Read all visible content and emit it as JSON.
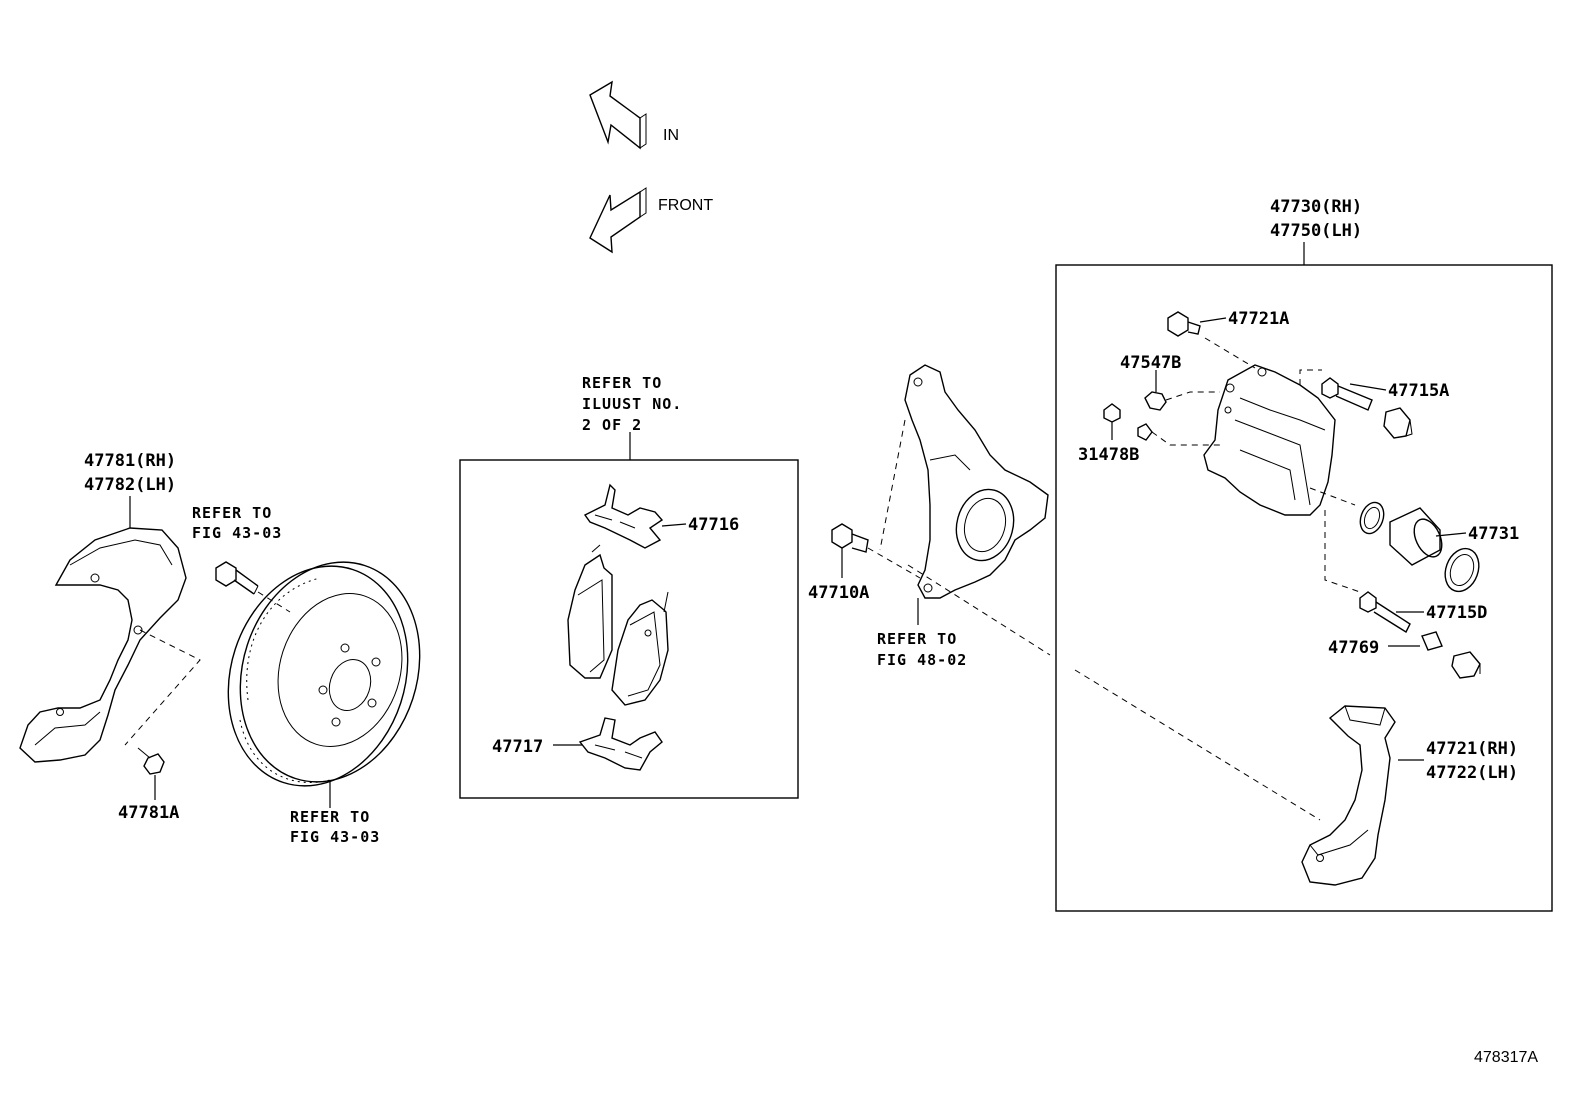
{
  "directions": {
    "in": "IN",
    "front": "FRONT"
  },
  "caliper_assembly": {
    "rh": "47730(RH)",
    "lh": "47750(LH)"
  },
  "pad_box_note": {
    "line1": "REFER TO",
    "line2": "ILUUST NO.",
    "line3": "2 OF 2"
  },
  "parts": {
    "shield_rh": "47781(RH)",
    "shield_lh": "47782(LH)",
    "shield_bolt": "47781A",
    "pad_shim_upper": "47716",
    "pad_clip_lower": "47717",
    "knuckle_bolt": "47710A",
    "caliper_bolt_upper": "47721A",
    "bleeder_plug": "47547B",
    "bleeder_cap": "31478B",
    "slide_pin_upper": "47715A",
    "piston": "47731",
    "slide_pin_lower": "47715D",
    "bushing": "47769",
    "mount_rh": "47721(RH)",
    "mount_lh": "47722(LH)"
  },
  "references": {
    "hub_bolt": {
      "line1": "REFER TO",
      "line2": "FIG 43-03"
    },
    "rotor": {
      "line1": "REFER TO",
      "line2": "FIG 43-03"
    },
    "knuckle": {
      "line1": "REFER TO",
      "line2": "FIG 48-02"
    }
  },
  "drawing_code": "478317A"
}
